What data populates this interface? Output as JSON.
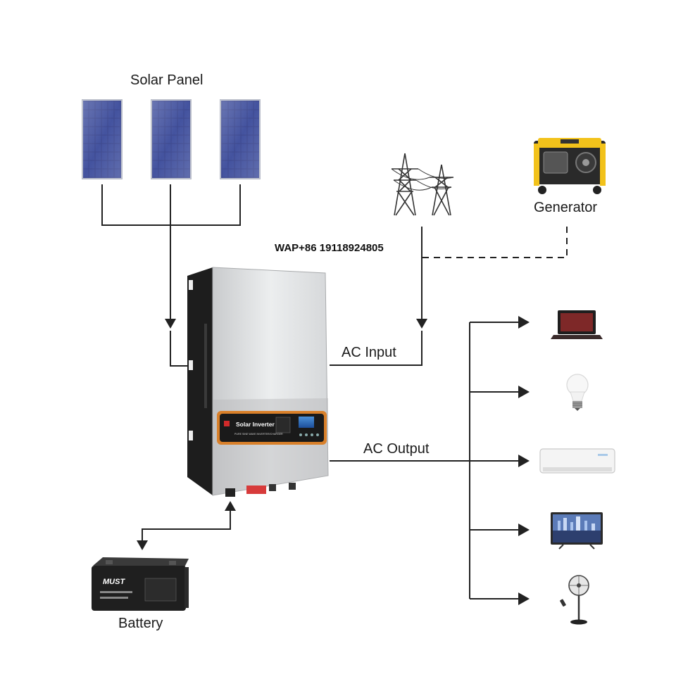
{
  "labels": {
    "solar_panel": "Solar Panel",
    "generator": "Generator",
    "contact": "WAP+86 19118924805",
    "ac_input": "AC Input",
    "ac_output": "AC Output",
    "battery": "Battery"
  },
  "inverter": {
    "brand_text": "Solar Inverter",
    "subtitle": "PURE SINE WAVE INVERTER/CHARGER"
  },
  "battery_brand": "MUST",
  "loads": [
    "laptop",
    "light-bulb",
    "air-conditioner",
    "television",
    "electric-fan"
  ],
  "colors": {
    "line": "#222222",
    "panel_blue": "#2d3a78",
    "generator_yellow": "#f2c21b",
    "inverter_orange": "#d9802a"
  }
}
